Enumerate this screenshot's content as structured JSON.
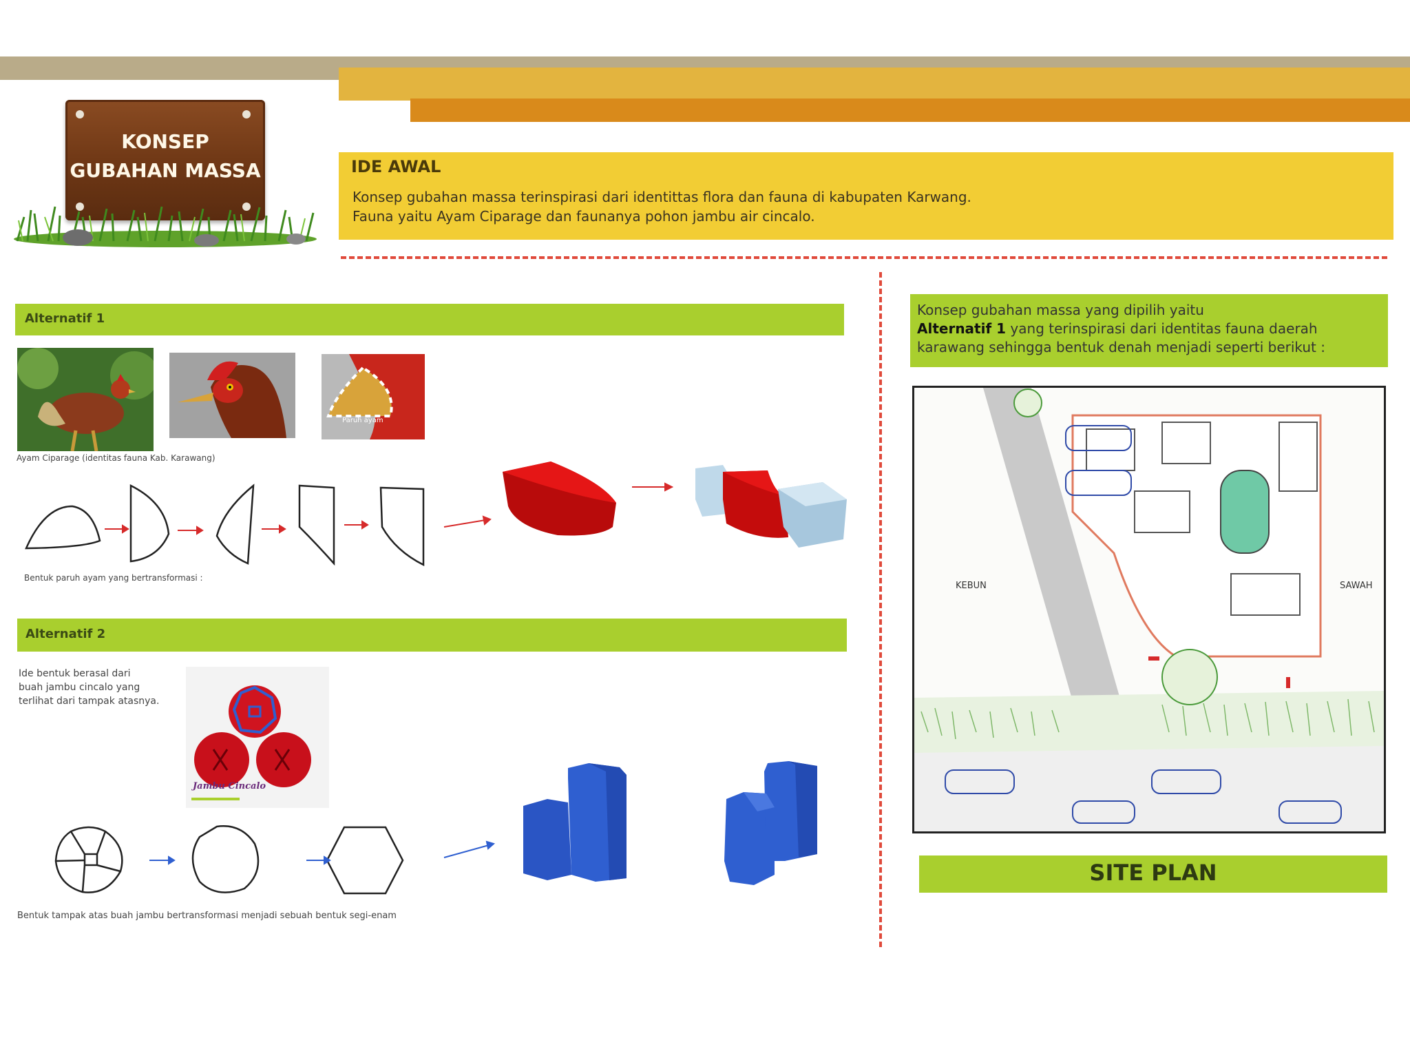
{
  "sign": {
    "line1": "KONSEP",
    "line2": "GUBAHAN MASSA"
  },
  "ide_awal": {
    "title": "IDE AWAL",
    "line1": "Konsep gubahan massa terinspirasi dari identittas flora dan fauna di kabupaten Karwang.",
    "line2": "Fauna yaitu Ayam Ciparage dan faunanya pohon jambu air cincalo."
  },
  "alternatif1": {
    "label": "Alternatif 1",
    "photo_caption": "Ayam Ciparage (identitas fauna Kab. Karawang)",
    "beak_caption": "Paruh ayam",
    "shapes_caption": "Bentuk paruh ayam yang bertransformasi :"
  },
  "alternatif2": {
    "label": "Alternatif 2",
    "desc1": "Ide bentuk berasal dari",
    "desc2": "buah jambu cincalo yang",
    "desc3": "terlihat dari tampak atasnya.",
    "fruit_caption": "Jambu Cincalo",
    "shapes_caption": "Bentuk tampak atas buah jambu bertransformasi menjadi sebuah bentuk segi-enam"
  },
  "chosen": {
    "line1": "Konsep gubahan massa yang dipilih yaitu",
    "line2_bold": "Alternatif 1",
    "line2_rest": " yang terinspirasi dari identitas fauna daerah",
    "line3": "karawang sehingga bentuk denah menjadi seperti berikut :"
  },
  "site_plan": {
    "left_label": "KEBUN",
    "right_label": "SAWAH",
    "title": "SITE PLAN"
  },
  "colors": {
    "accent_green": "#a9cf2e",
    "ide_yellow": "#f2cd34",
    "dash_red": "#e04a3b",
    "mass_red": "#d90f0f",
    "mass_blue": "#2f5fd0"
  }
}
